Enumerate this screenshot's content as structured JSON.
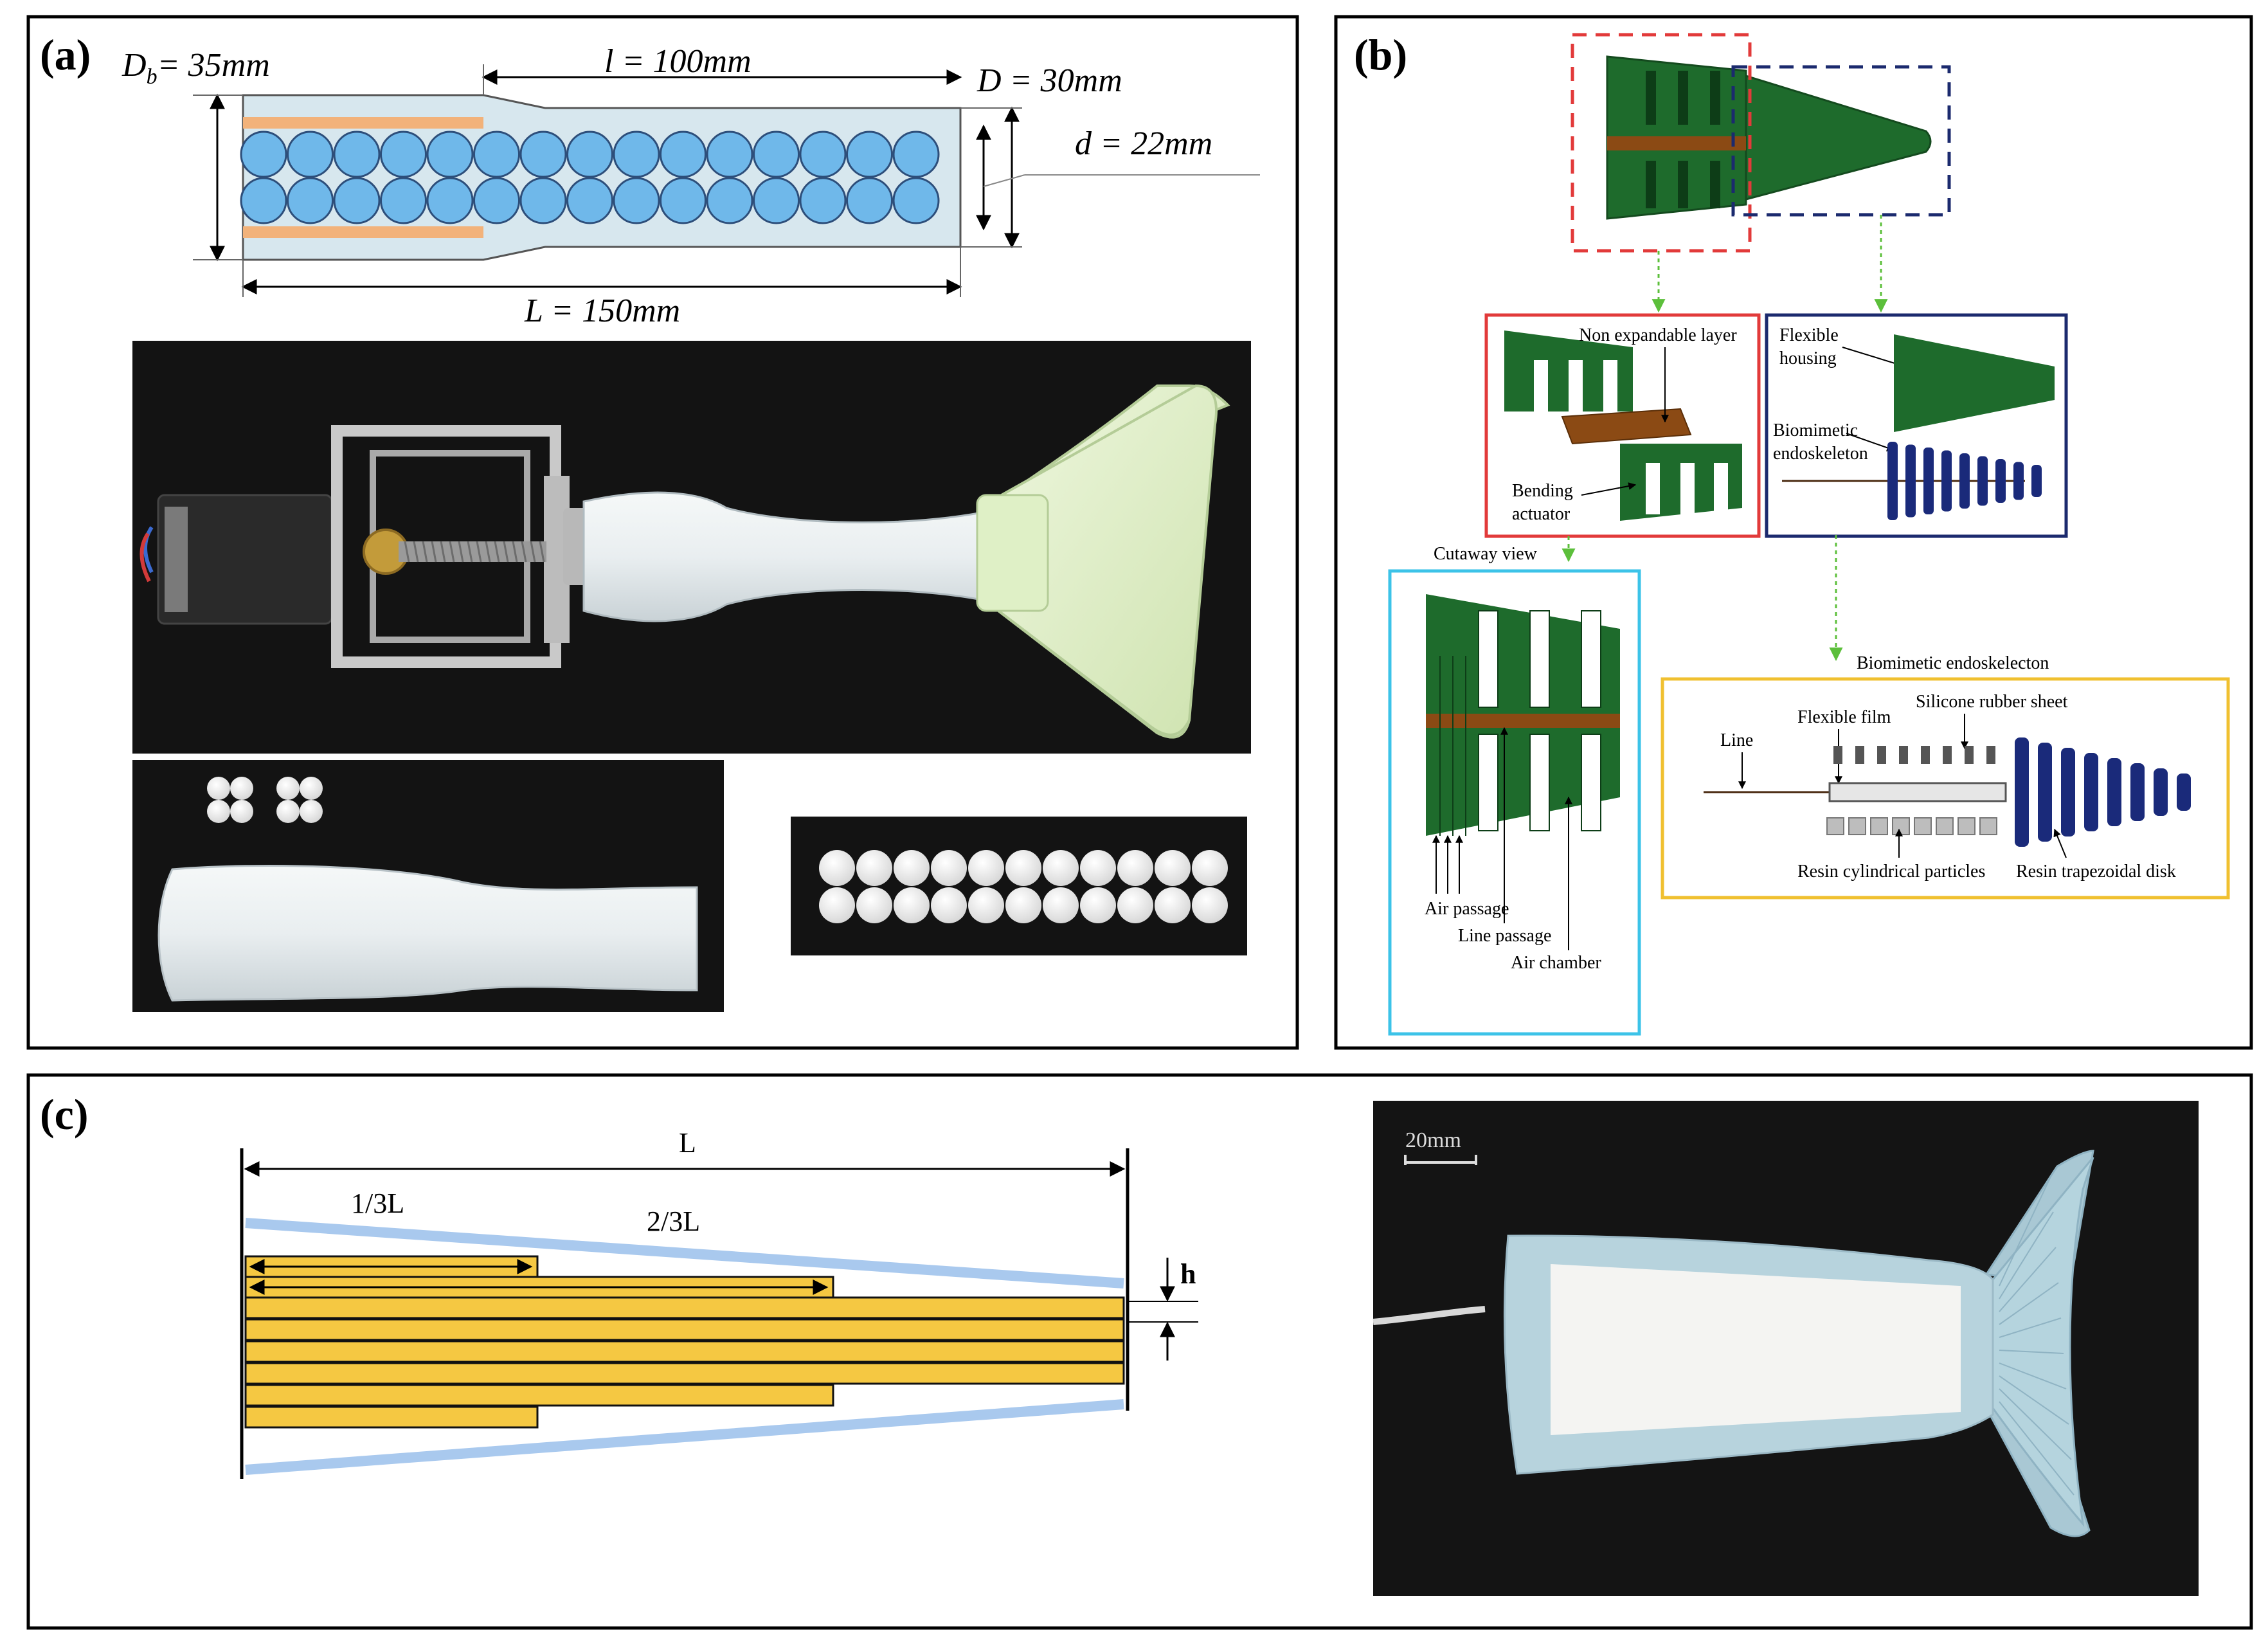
{
  "panel_a": {
    "label": "(a)",
    "dim_Db": "D",
    "dim_Db_sub": "b",
    "dim_Db_val": "= 35mm",
    "dim_l": "l = 100mm",
    "dim_D": "D = 30mm",
    "dim_d": "d = 22mm",
    "dim_L": "L = 150mm"
  },
  "panel_b": {
    "label": "(b)",
    "non_expandable_layer": "Non expandable layer",
    "bending_actuator_1": "Bending",
    "bending_actuator_2": "actuator",
    "flexible_housing_1": "Flexible",
    "flexible_housing_2": "housing",
    "biomimetic_endo_1": "Biomimetic",
    "biomimetic_endo_2": "endoskeleton",
    "cutaway_view": "Cutaway view",
    "air_passage": "Air passage",
    "line_passage": "Line passage",
    "air_chamber": "Air chamber",
    "biomimetic_endoskelecton": "Biomimetic endoskelecton",
    "line": "Line",
    "flexible_film": "Flexible film",
    "silicone_rubber_sheet": "Silicone rubber sheet",
    "resin_cylindrical_particles": "Resin cylindrical particles",
    "resin_trapezoidal_disk": "Resin trapezoidal disk"
  },
  "panel_c": {
    "label": "(c)",
    "dim_L": "L",
    "dim_third": "1/3L",
    "dim_two_third": "2/3L",
    "dim_h": "h",
    "scale_bar": "20mm"
  },
  "colors": {
    "green": "#1e6b2c",
    "brown": "#8b4a14",
    "navy": "#1a2a7a",
    "ball_blue": "#6fb8ea",
    "orange_layer": "#f2b27a",
    "gold": "#f5c842",
    "light_blue_line": "#a9c9ee",
    "red_box": "#e23a3a",
    "blue_box": "#1b2a6e",
    "cyan_box": "#3cc3e8",
    "yellow_box": "#f0c030"
  }
}
